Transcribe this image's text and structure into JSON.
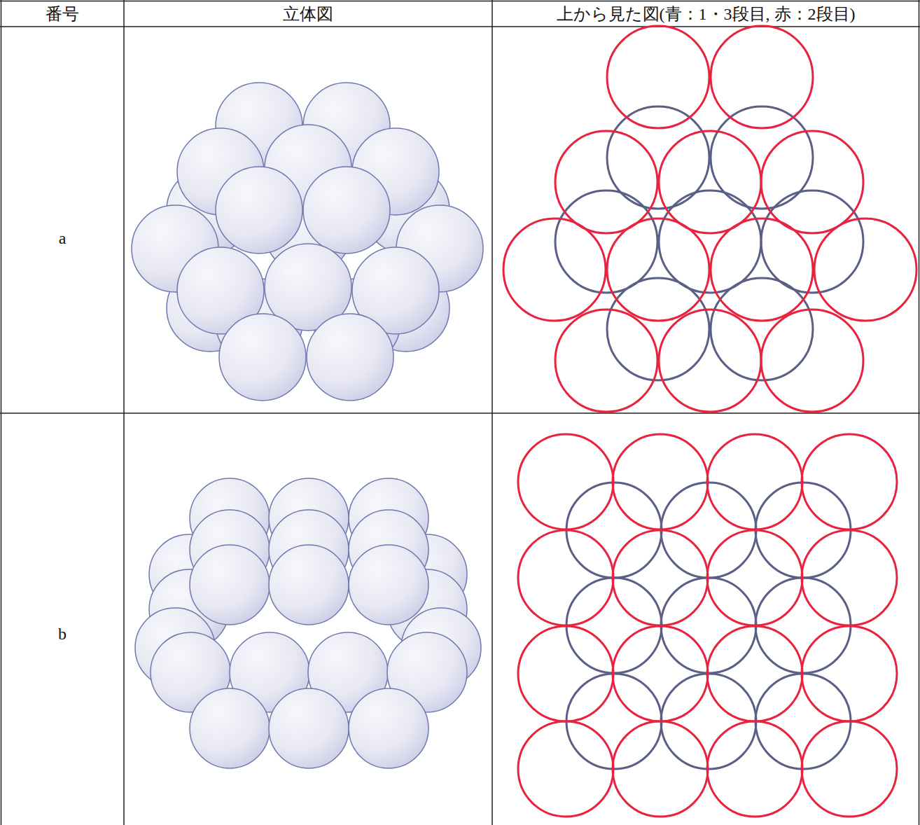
{
  "diagram": {
    "labels": [
      "番号",
      "立体図",
      "上から見た図(青：1・3段目, 赤：2段目)",
      "a",
      "b"
    ]
  }
}
